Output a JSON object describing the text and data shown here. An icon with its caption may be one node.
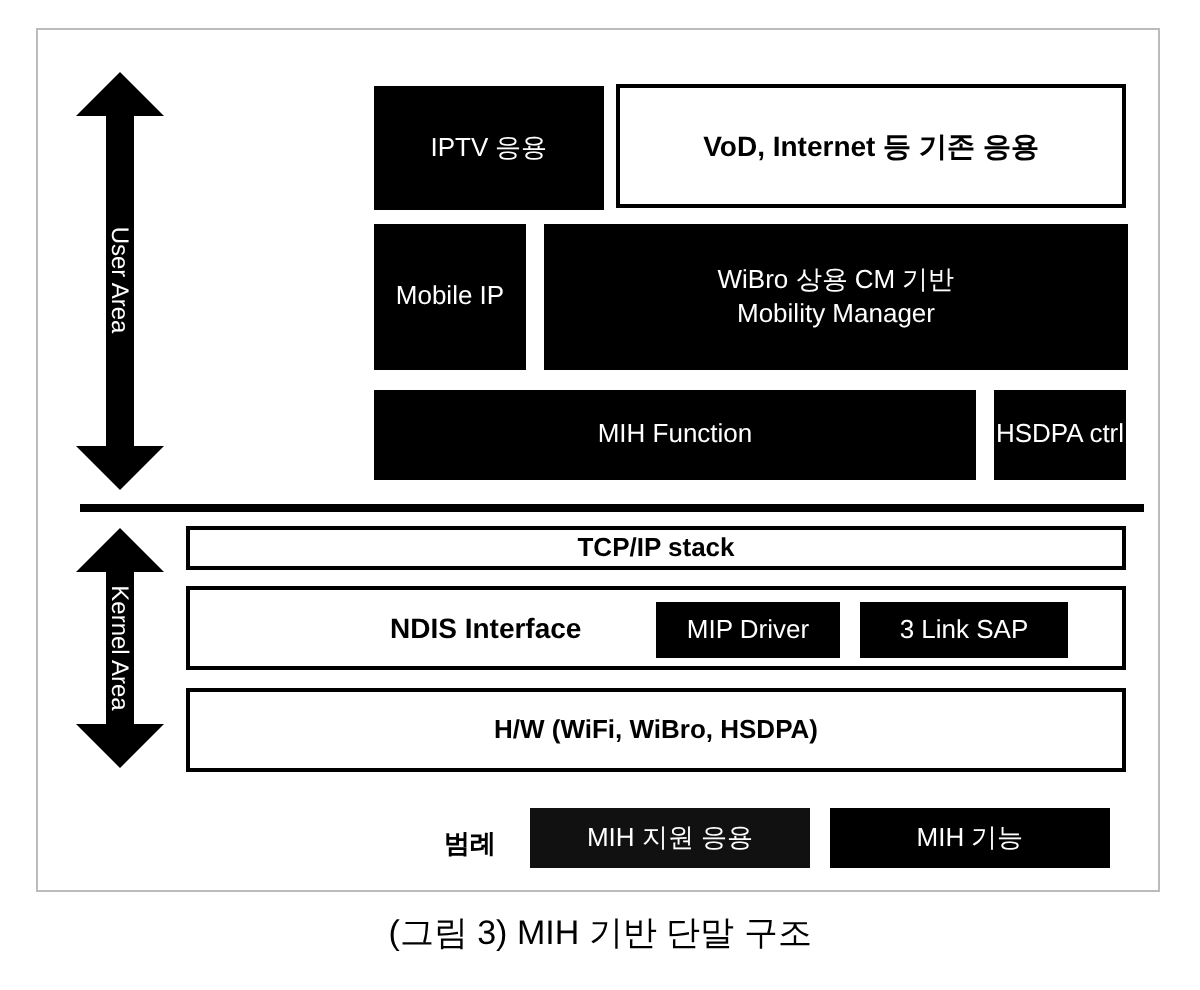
{
  "diagram": {
    "caption": "(그림 3) MIH 기반 단말 구조",
    "nodes": [
      {
        "text": [
          "IPTV 응용"
        ]
      },
      {
        "text": [
          "VoD, Internet 등 기존 응용"
        ]
      },
      {
        "text": [
          "Mobile IP"
        ]
      },
      {
        "text": [
          "WiBro 상용 CM 기반 Mobility Manager"
        ]
      },
      {
        "text": [
          "MIH Function"
        ]
      },
      {
        "text": [
          "HSDPA ctrl"
        ]
      },
      {
        "text": [
          "TCP/IP stack"
        ]
      },
      {
        "text": [
          "NDIS Interface"
        ]
      },
      {
        "text": [
          "MIP Driver"
        ],
        "in": 7
      },
      {
        "text": [
          "3 Link SAP"
        ],
        "in": 7
      },
      {
        "text": [
          "H/W (WiFi, WiBro, HSDPA)"
        ]
      }
    ],
    "edges": [],
    "labels": [
      "User Area",
      "Kernel Area",
      "범례"
    ],
    "legend": [
      {
        "text": "MIH 지원 응용",
        "color": "#111111"
      },
      {
        "text": "MIH 기능",
        "color": "#000000"
      }
    ]
  }
}
